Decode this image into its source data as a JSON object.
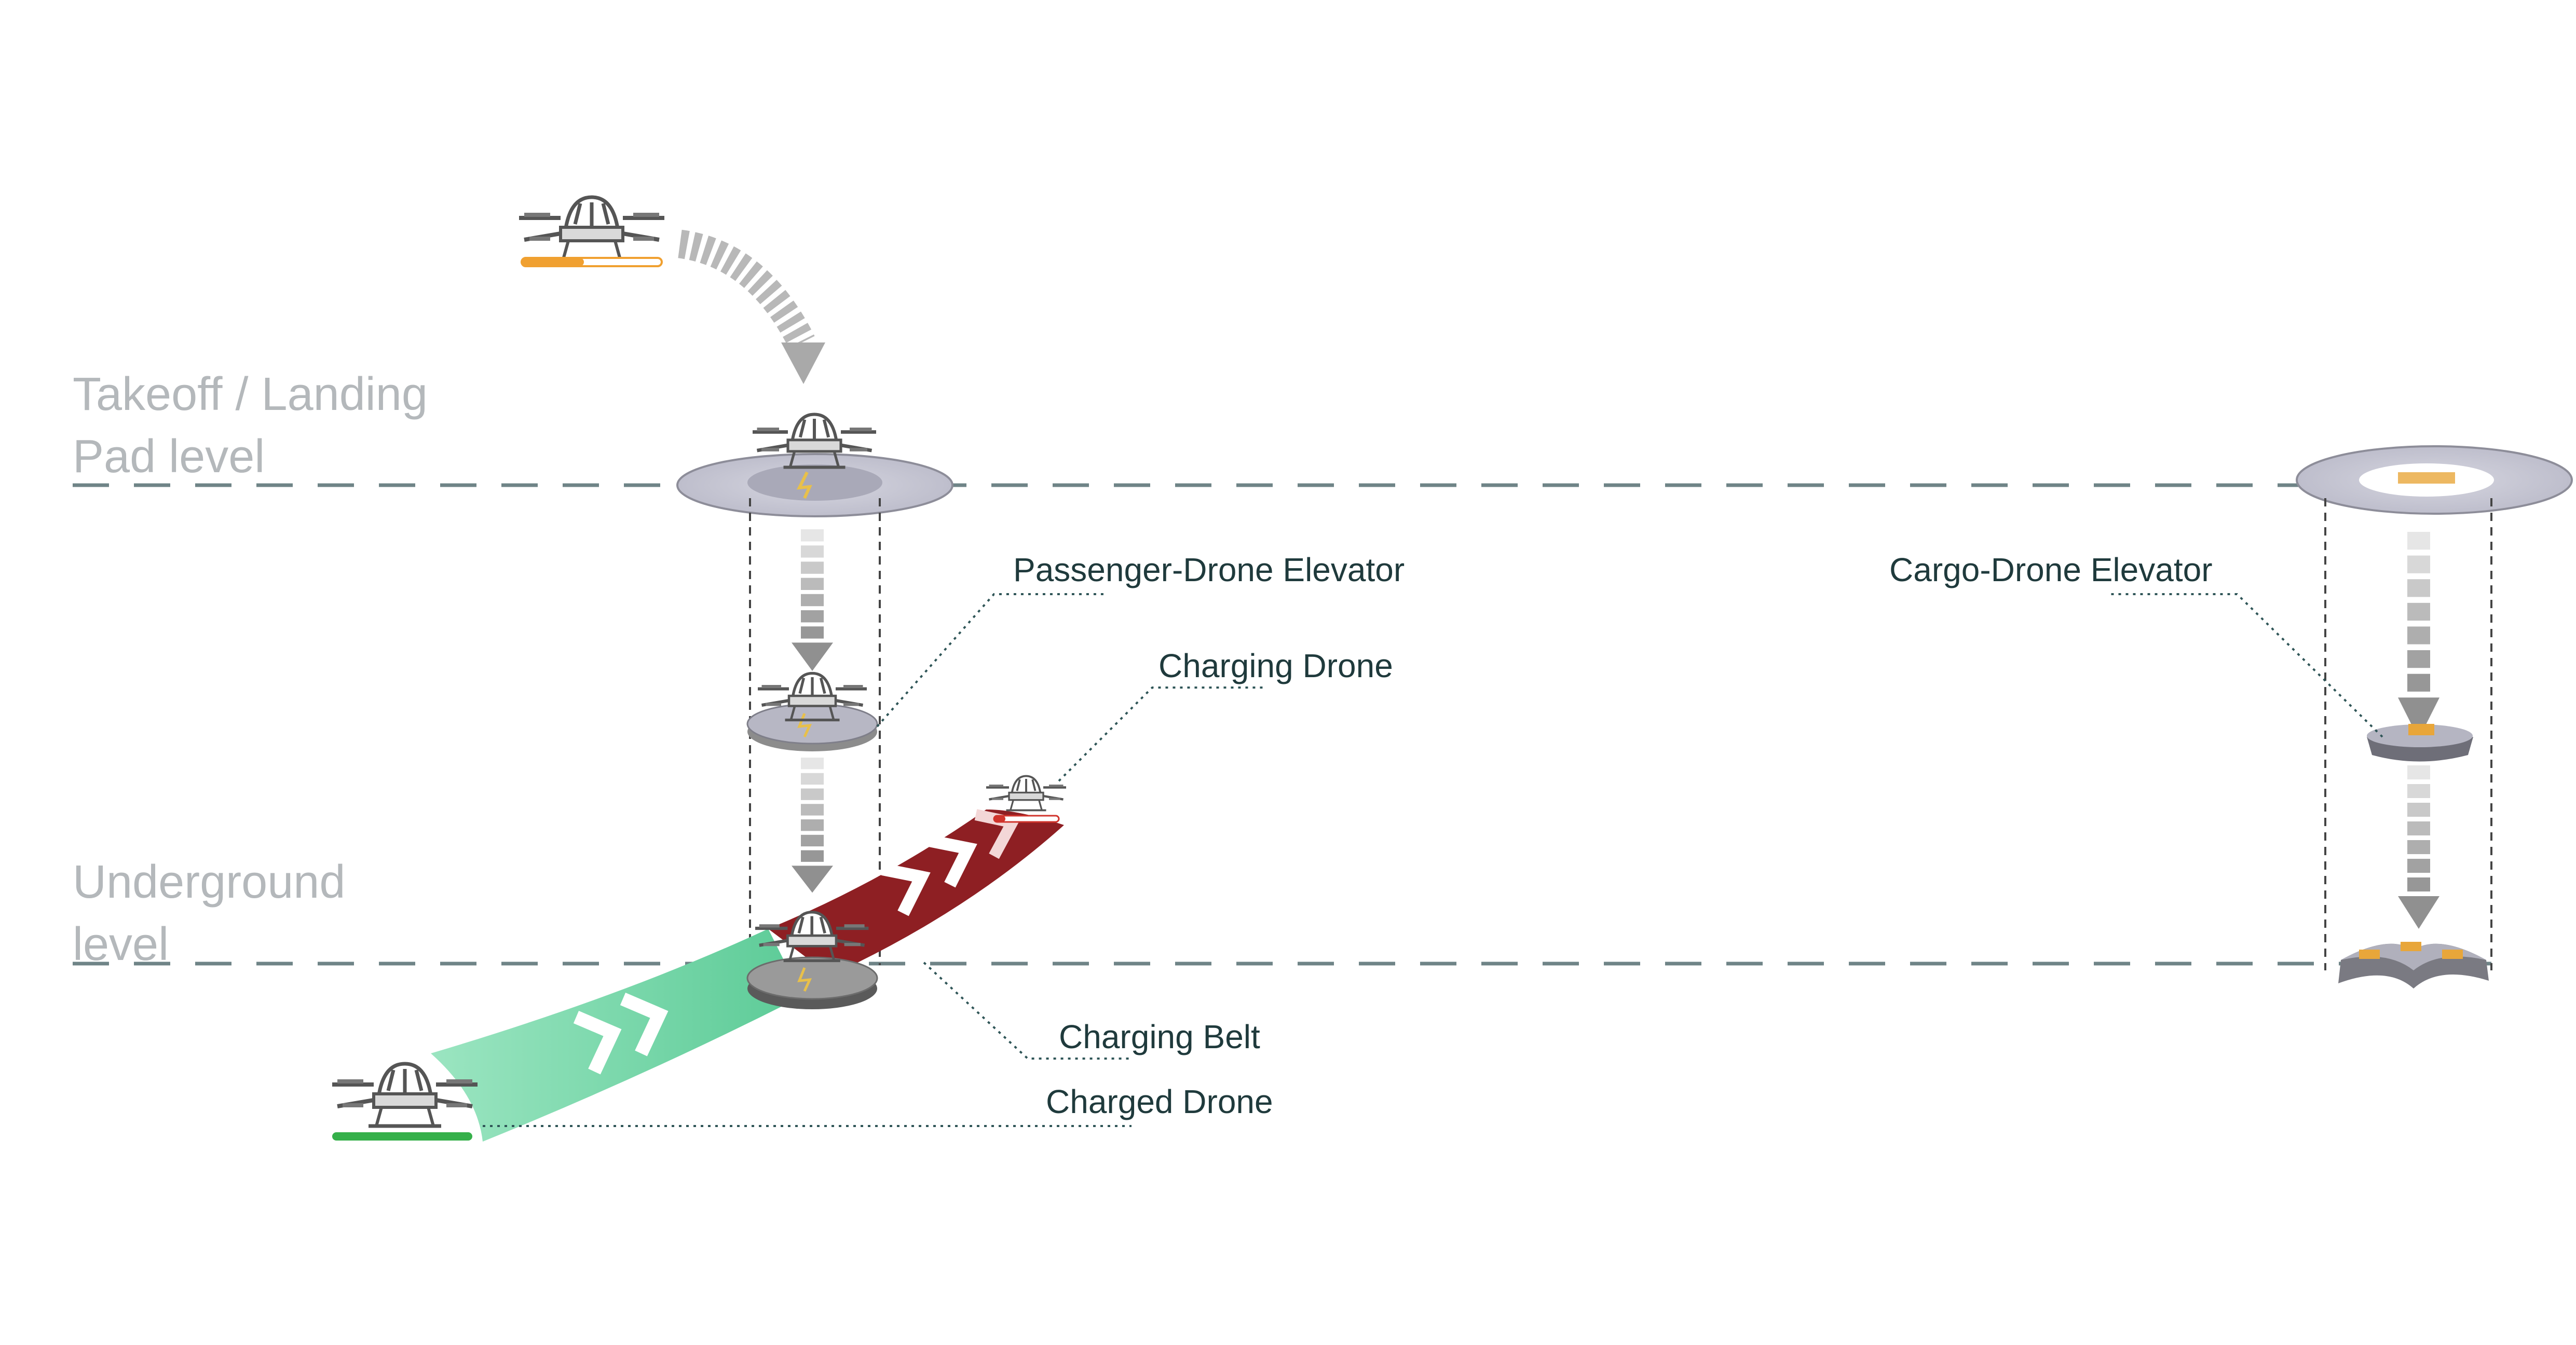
{
  "levels": {
    "takeoff_line1": "Takeoff / Landing",
    "takeoff_line2": "Pad level",
    "underground_line1": "Underground",
    "underground_line2": "level"
  },
  "callouts": {
    "passenger_elevator": "Passenger-Drone Elevator",
    "charging_drone": "Charging Drone",
    "cargo_elevator": "Cargo-Drone Elevator",
    "charging_belt": "Charging Belt",
    "charged_drone": "Charged Drone"
  },
  "colors": {
    "level_text": "#b4b8bb",
    "callout_text": "#1f3a3c",
    "level_line": "#6f8487",
    "charging_belt": "#8e1f23",
    "charged_belt": "#6fd3a4",
    "battery_low": "#f0a030",
    "battery_full": "#35b04a",
    "pad": "#c7c7d4"
  },
  "icons": [
    "drone-icon",
    "down-arrow-icon",
    "curved-arrow-icon",
    "battery-bar-icon"
  ]
}
